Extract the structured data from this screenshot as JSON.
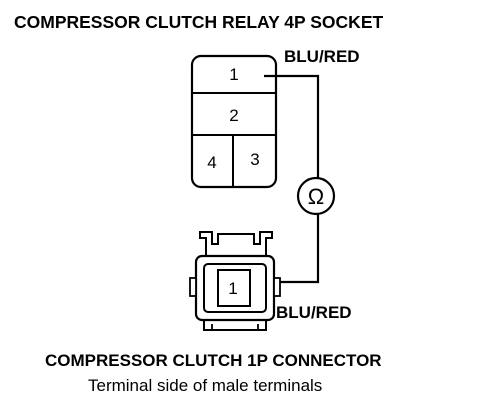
{
  "relay_socket": {
    "title": "COMPRESSOR CLUTCH RELAY 4P SOCKET",
    "terminals": [
      "1",
      "2",
      "4",
      "3"
    ]
  },
  "ohmmeter": {
    "symbol": "Ω"
  },
  "wires": {
    "top_label": "BLU/RED",
    "bottom_label": "BLU/RED"
  },
  "clutch_connector": {
    "title": "COMPRESSOR CLUTCH 1P CONNECTOR",
    "subtitle": "Terminal side of male terminals",
    "terminal": "1"
  }
}
